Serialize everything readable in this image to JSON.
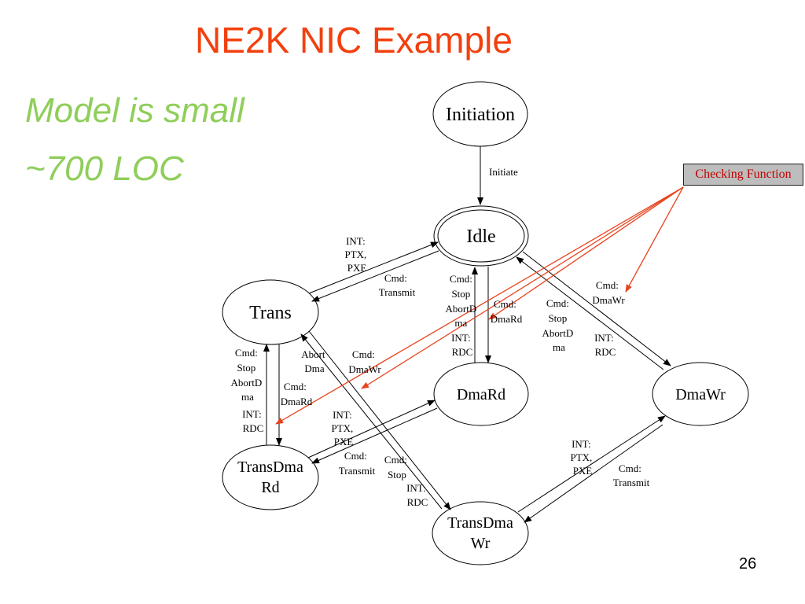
{
  "title": "NE2K NIC Example",
  "bullets": [
    "Model is small",
    "~700 LOC"
  ],
  "page_number": "26",
  "checking_function": "Checking Function",
  "colors": {
    "title": "#f2400f",
    "bullets": "#8fce5a",
    "arrow_red": "#e8431e",
    "box_bg": "#bdbdbd",
    "box_text": "#c00000"
  },
  "states": {
    "initiation": "Initiation",
    "idle": "Idle",
    "trans": "Trans",
    "dmard": "DmaRd",
    "dmawr": "DmaWr",
    "transdmard": [
      "TransDma",
      "Rd"
    ],
    "transdmawr": [
      "TransDma",
      "Wr"
    ]
  },
  "labels": {
    "initiate": "Initiate",
    "idle_trans_int": [
      "INT:",
      "PTX,",
      "PXE"
    ],
    "idle_trans_cmd": [
      "Cmd:",
      "Transmit"
    ],
    "dmard_idle_cmd": [
      "Cmd:",
      "Stop",
      "AbortD",
      "ma",
      "INT:",
      "RDC"
    ],
    "idle_dmard_cmd": [
      "Cmd:",
      "DmaRd"
    ],
    "dmawr_idle_cmd": [
      "Cmd:",
      "Stop",
      "AbortD",
      "ma"
    ],
    "dmawr_idle_int": [
      "INT:",
      "RDC"
    ],
    "idle_dmawr_cmd": [
      "Cmd:",
      "DmaWr"
    ],
    "trans_tdr_cmd": [
      "Cmd:",
      "Stop",
      "AbortD",
      "ma"
    ],
    "trans_tdr_int": [
      "INT:",
      "RDC"
    ],
    "abort_dma": [
      "Abort",
      "Dma"
    ],
    "trans_dmawr_cmd": [
      "Cmd:",
      "DmaWr"
    ],
    "trans_dmard_cmd": [
      "Cmd:",
      "DmaRd"
    ],
    "dmard_tdr_int": [
      "INT:",
      "PTX,",
      "PXE"
    ],
    "tdr_dmard_cmd": [
      "Cmd:",
      "Transmit"
    ],
    "tdw_trans_cmd": [
      "Cmd:",
      "Stop"
    ],
    "tdw_trans_int": [
      "INT:",
      "RDC"
    ],
    "dmawr_tdw_int": [
      "INT:",
      "PTX,",
      "PXE"
    ],
    "tdw_dmawr_cmd": [
      "Cmd:",
      "Transmit"
    ]
  }
}
